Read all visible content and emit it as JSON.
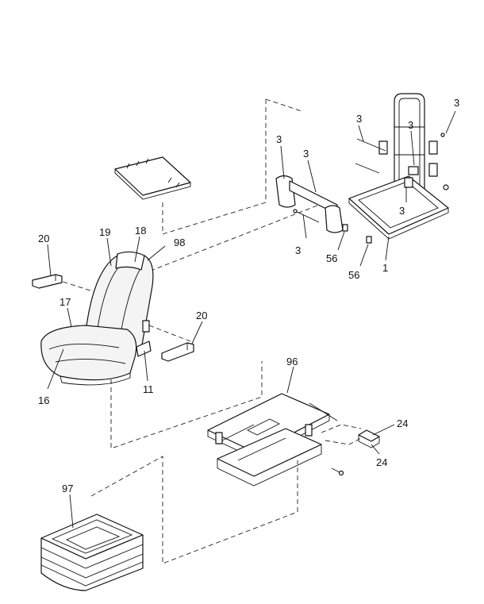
{
  "callouts": {
    "c_3a": "3",
    "c_3b": "3",
    "c_3c": "3",
    "c_3d": "3",
    "c_3e": "3",
    "c_3f": "3",
    "c_3g": "3",
    "c_1": "1",
    "c_56a": "56",
    "c_56b": "56",
    "c_98": "98",
    "c_18": "18",
    "c_19": "19",
    "c_20a": "20",
    "c_20b": "20",
    "c_17": "17",
    "c_16": "16",
    "c_11": "11",
    "c_96": "96",
    "c_24a": "24",
    "c_24b": "24",
    "c_97": "97"
  },
  "colors": {
    "line": "#111111",
    "background": "#ffffff"
  }
}
